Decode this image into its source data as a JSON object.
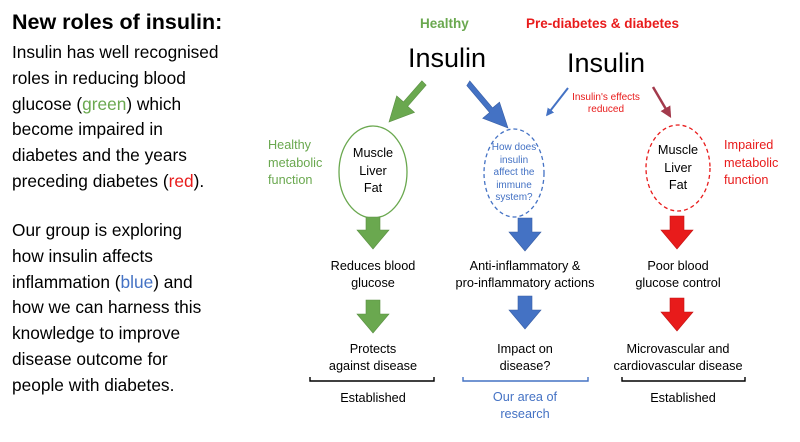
{
  "left_panel": {
    "title": "New roles of insulin:",
    "para1": {
      "line1": "Insulin has well recognised",
      "line2": "roles in reducing blood",
      "line3_pre": "glucose (",
      "line3_green": "green",
      "line3_post": ") which",
      "line4": "become impaired in",
      "line5": "diabetes and the years",
      "line6_pre": "preceding diabetes (",
      "line6_red": "red",
      "line6_post": ")."
    },
    "para2": {
      "line1": "Our group is exploring",
      "line2": "how insulin affects",
      "line3_pre": "inflammation (",
      "line3_blue": "blue",
      "line3_post": ") and",
      "line4": "how we can harness this",
      "line5": "knowledge to improve",
      "line6": "disease outcome for",
      "line7": "people with diabetes."
    }
  },
  "diagram": {
    "healthy_header": "Healthy",
    "prediabetes_header": "Pre-diabetes & diabetes",
    "insulin_healthy": "Insulin",
    "insulin_diabetes": "Insulin",
    "reduced_note": {
      "line1": "Insulin's effects",
      "line2": "reduced"
    },
    "healthy_label": {
      "line1": "Healthy",
      "line2": "metabolic",
      "line3": "function"
    },
    "impaired_label": {
      "line1": "Impaired",
      "line2": "metabolic",
      "line3": "function"
    },
    "circle_healthy": {
      "line1": "Muscle",
      "line2": "Liver",
      "line3": "Fat"
    },
    "circle_question": {
      "line1": "How does",
      "line2": "insulin",
      "line3": "affect the",
      "line4": "immune",
      "line5": "system?"
    },
    "circle_impaired": {
      "line1": "Muscle",
      "line2": "Liver",
      "line3": "Fat"
    },
    "col1": {
      "step1": {
        "line1": "Reduces blood",
        "line2": "glucose"
      },
      "step2": {
        "line1": "Protects",
        "line2": "against disease"
      },
      "footer": "Established"
    },
    "col2": {
      "step1": {
        "line1": "Anti-inflammatory &",
        "line2": "pro-inflammatory actions"
      },
      "step2": {
        "line1": "Impact on",
        "line2": "disease?"
      },
      "footer": {
        "line1": "Our area of",
        "line2": "research"
      }
    },
    "col3": {
      "step1": {
        "line1": "Poor blood",
        "line2": "glucose control"
      },
      "step2": {
        "line1": "Microvascular and",
        "line2": "cardiovascular disease"
      },
      "footer": "Established"
    },
    "colors": {
      "green": "#6aa84f",
      "blue": "#4472c4",
      "red": "#e81b1b",
      "dark_red": "#a33a4c"
    }
  }
}
